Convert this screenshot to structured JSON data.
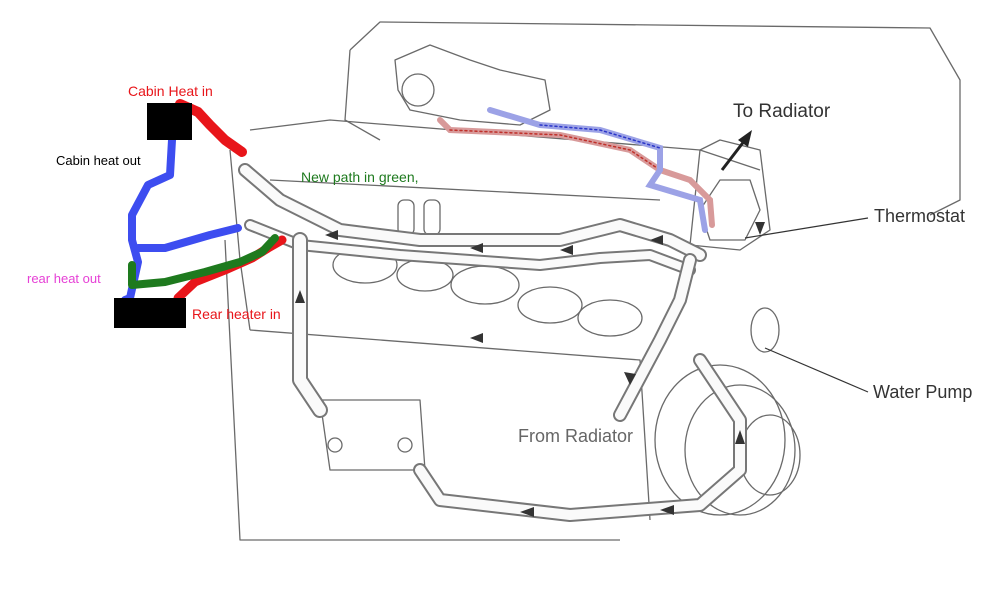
{
  "labels": {
    "cabin_heat_in": "Cabin Heat in",
    "cabin_heat_out": "Cabin heat out",
    "new_path": "New path in green,",
    "rear_heat_out": "rear heat out",
    "rear_heater_in": "Rear heater in",
    "to_radiator": "To Radiator",
    "thermostat": "Thermostat",
    "water_pump": "Water Pump",
    "from_radiator": "From Radiator"
  },
  "colors": {
    "hot_hose": "#e8151a",
    "return_hose": "#3d4df0",
    "new_path": "#1e7a1e",
    "heater_core": "#000000",
    "line_art": "#555555"
  }
}
